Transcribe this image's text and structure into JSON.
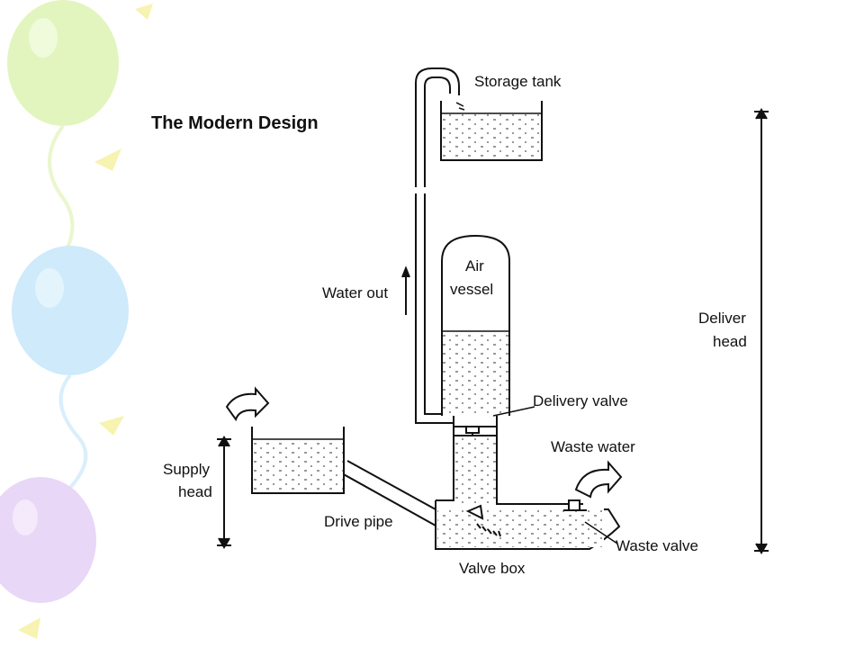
{
  "title": "The Modern Design",
  "labels": {
    "storage_tank": "Storage tank",
    "air_vessel_line1": "Air",
    "air_vessel_line2": "vessel",
    "water_out": "Water out",
    "deliver_head_line1": "Deliver",
    "deliver_head_line2": "head",
    "delivery_valve": "Delivery valve",
    "waste_water": "Waste water",
    "supply_head_line1": "Supply",
    "supply_head_line2": "head",
    "drive_pipe": "Drive pipe",
    "waste_valve": "Waste valve",
    "valve_box": "Valve box"
  },
  "colors": {
    "balloon_green": "#dff5b8",
    "balloon_blue": "#c9e8fb",
    "balloon_purple": "#e7d3f7",
    "balloon_yellow": "#f7f2a8",
    "line": "#111111"
  }
}
